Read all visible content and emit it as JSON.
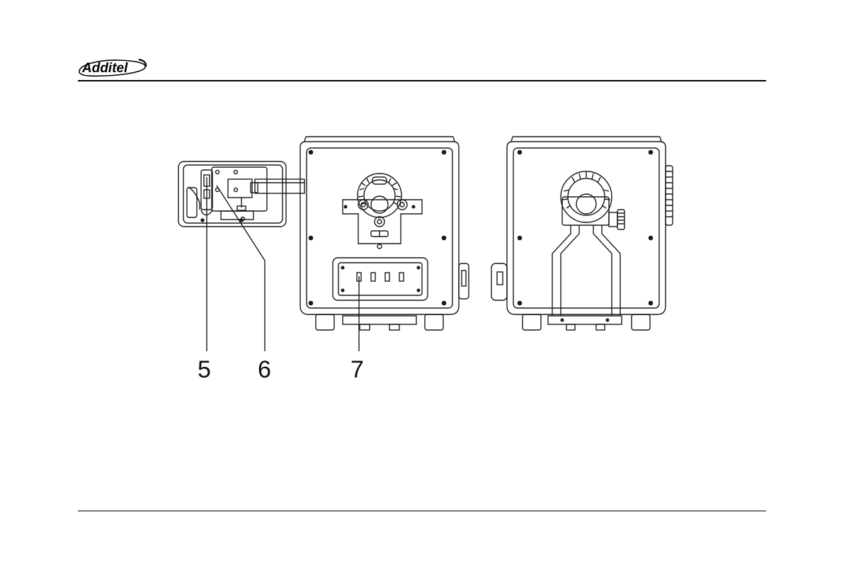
{
  "brand": {
    "logo_text": "Additel"
  },
  "callouts": [
    {
      "label": "5"
    },
    {
      "label": "6"
    },
    {
      "label": "7"
    }
  ],
  "colors": {
    "line": "#1a1a1a",
    "panel_fill": "#ffffff",
    "shade": "#e6e6e6"
  }
}
